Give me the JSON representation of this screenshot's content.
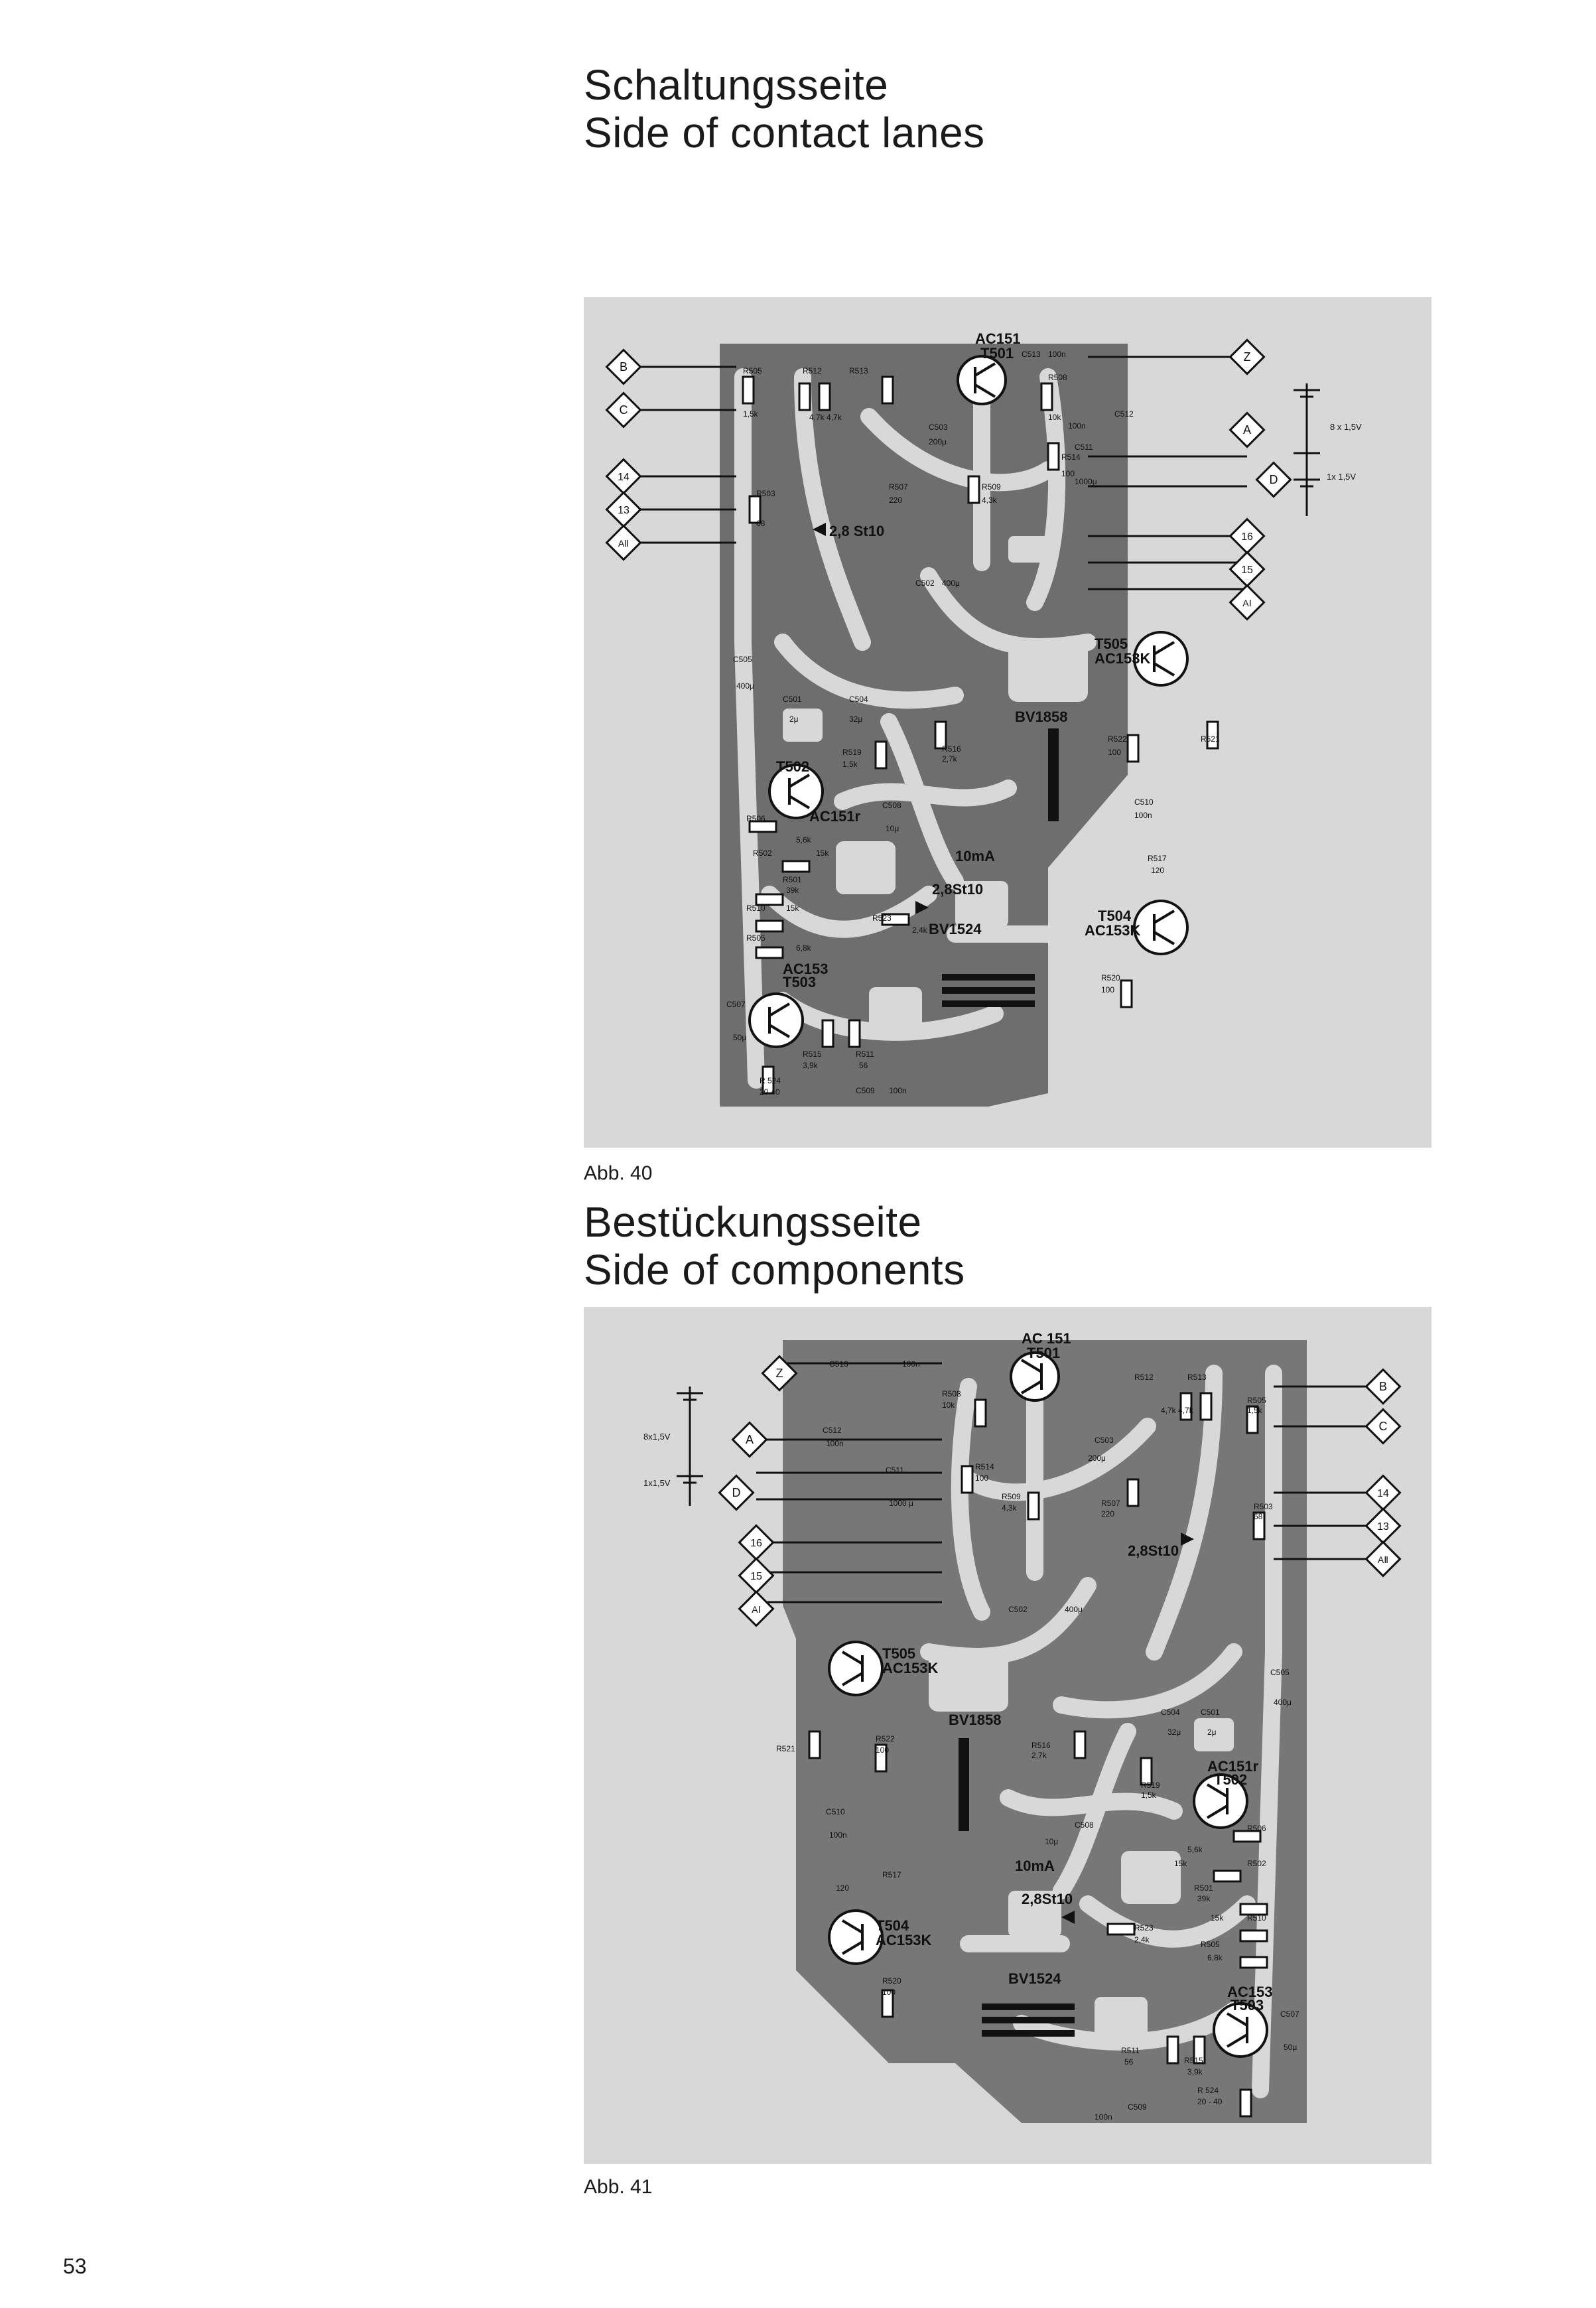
{
  "page": {
    "number": "53"
  },
  "figure40": {
    "title_de": "Schaltungsseite",
    "title_en": "Side of contact lanes",
    "caption": "Abb. 40",
    "labels": {
      "t501": "AC151",
      "t501b": "T501",
      "t505": "T505",
      "t505b": "AC153K",
      "t502": "T502",
      "t502b": "AC151r",
      "t503": "AC153",
      "t503b": "T503",
      "t504": "T504",
      "t504b": "AC153K",
      "bv1858": "BV1858",
      "bv1524": "BV1524",
      "zener1": "2,8 St10",
      "zener2": "2,8St10",
      "meter": "10mA",
      "c505": "C505",
      "c505v": "400μ",
      "c502": "C502",
      "c502v": "400μ",
      "c503": "C503",
      "c503v": "200μ",
      "c511": "C511",
      "c511v": "1000μ",
      "c512": "C512",
      "c512v": "100n",
      "c513": "C513",
      "c513v": "100n",
      "c507": "C507",
      "c507v": "50μ",
      "c509": "C509",
      "c509v": "100n",
      "c504": "C504",
      "c504v": "32μ",
      "c501": "C501",
      "c501v": "2μ",
      "c508": "C508",
      "c508v": "10μ",
      "c510": "C510",
      "c510v": "100n",
      "r505": "R505",
      "r505v": "1,5k",
      "r503": "R503",
      "r503v": "68",
      "r512": "R512",
      "r513": "R513",
      "r512v": "4,7k 4,7k",
      "r506": "R506",
      "r506v": "5,6k",
      "r502": "R502",
      "r502v": "15k",
      "r501": "R501",
      "r501v": "39k",
      "r510": "R510",
      "r510v": "15k",
      "r505b": "R505",
      "r505bv": "6,8k",
      "r515": "R515",
      "r515v": "3,9k",
      "r511": "R511",
      "r511v": "56",
      "r524": "R 524",
      "r524v": "20-40",
      "r519": "R519",
      "r519v": "1,5k",
      "r516": "R516",
      "r516v": "2,7k",
      "r522": "R522",
      "r522v": "100",
      "r521": "R521",
      "r517": "R517",
      "r517v": "120",
      "r523": "R523",
      "r523v": "2,4k",
      "r520": "R520",
      "r520v": "100",
      "r508": "R508",
      "r508v": "10k",
      "r514": "R514",
      "r514v": "100",
      "r509": "R509",
      "r509v": "4,3k",
      "r507": "R507",
      "r507v": "220",
      "bat8": "8 x 1,5V",
      "bat1": "1x 1,5V",
      "diamonds": [
        "B",
        "C",
        "14",
        "13",
        "AⅡ",
        "Z",
        "A",
        "D",
        "16",
        "15",
        "AⅠ"
      ]
    }
  },
  "figure41": {
    "title_de": "Bestückungsseite",
    "title_en": "Side of components",
    "caption": "Abb. 41",
    "labels": {
      "t501": "AC 151",
      "t501b": "T501",
      "t505": "T505",
      "t505b": "AC153K",
      "t502": "AC151r",
      "t502b": "T502",
      "t503": "AC153",
      "t503b": "T503",
      "t504": "T504",
      "t504b": "AC153K",
      "bv1858": "BV1858",
      "bv1524": "BV1524",
      "zener1": "2,8St10",
      "zener2": "2,8St10",
      "meter": "10mA",
      "c502": "C502",
      "c502v": "400μ",
      "c505": "C505",
      "c505v": "400μ",
      "c503": "C503",
      "c503v": "200μ",
      "c511": "C511",
      "c511v": "1000 μ",
      "c512": "C512",
      "c512v": "100n",
      "c513": "C513",
      "c513v": "100n",
      "c507": "C507",
      "c507v": "50μ",
      "c509": "C509",
      "c509v": "100n",
      "c504": "C504",
      "c504v": "32μ",
      "c501": "C501",
      "c501v": "2μ",
      "c508": "C508",
      "c508v": "10μ",
      "c510": "C510",
      "c510v": "100n",
      "r508": "R508",
      "r508v": "10k",
      "r514": "R514",
      "r514v": "100",
      "r509": "R509",
      "r509v": "4,3k",
      "r507": "R507",
      "r507v": "220",
      "r512": "R512",
      "r513": "R513",
      "r512v": "4,7k 4,7k",
      "r505": "R505",
      "r505v": "1,5k",
      "r503": "R503",
      "r503v": "68",
      "r521": "R521",
      "r522": "R522",
      "r522v": "100",
      "r516": "R516",
      "r516v": "2,7k",
      "r519": "R519",
      "r519v": "1,5k",
      "r517": "R517",
      "r517v": "120",
      "r506": "R506",
      "r506v": "5,6k",
      "r502": "R502",
      "r502v": "15k",
      "r501": "R501",
      "r501v": "39k",
      "r510": "R510",
      "r510v": "15k",
      "r505b": "R505",
      "r505bv": "6,8k",
      "r523": "R523",
      "r523v": "2,4k",
      "r520": "R520",
      "r520v": "100",
      "r511": "R511",
      "r511v": "56",
      "r515": "R515",
      "r515v": "3,9k",
      "r524": "R 524",
      "r524v": "20 - 40",
      "bat8": "8x1,5V",
      "bat1": "1x1,5V",
      "diamonds": [
        "Z",
        "A",
        "D",
        "16",
        "15",
        "AⅠ",
        "B",
        "C",
        "14",
        "13",
        "AⅡ"
      ]
    }
  }
}
